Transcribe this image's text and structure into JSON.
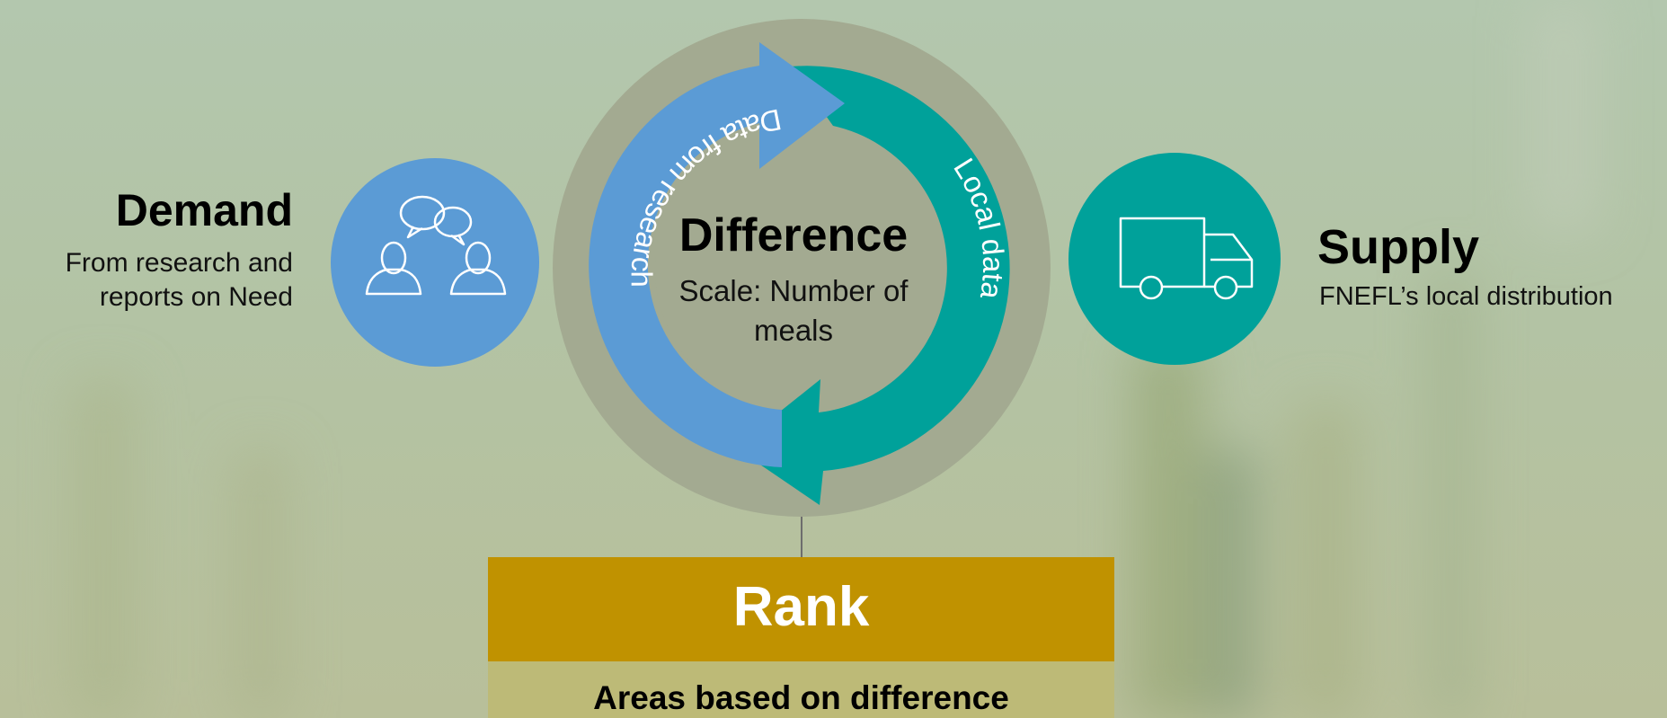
{
  "demand": {
    "title": "Demand",
    "subtitle_line1": "From research and",
    "subtitle_line2": "reports on Need"
  },
  "supply": {
    "title": "Supply",
    "subtitle": "FNEFL’s local distribution"
  },
  "difference": {
    "title": "Difference",
    "subtitle_line1": "Scale: Number of",
    "subtitle_line2": "meals"
  },
  "cycle": {
    "left_arrow_label": "Data from research",
    "right_arrow_label": "Local data"
  },
  "rank": {
    "title": "Rank",
    "description": "Areas based on difference"
  },
  "icons": {
    "demand": "people-chat-icon",
    "supply": "delivery-truck-icon"
  },
  "colors": {
    "blue": "#5b9bd5",
    "teal": "#00a19a",
    "gold": "#c09200",
    "olive": "#bdba77",
    "ring": "#a3aa91"
  }
}
